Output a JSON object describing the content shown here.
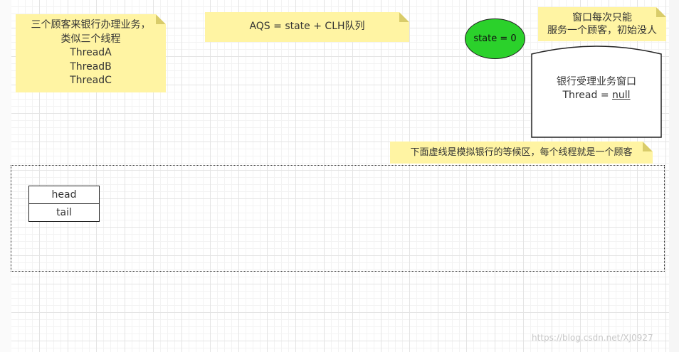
{
  "notes": {
    "customers": [
      "三个顾客来银行办理业务，",
      "类似三个线程",
      "ThreadA",
      "ThreadB",
      "ThreadC"
    ],
    "aqs": "AQS = state + CLH队列",
    "window_rule": [
      "窗口每次只能",
      "服务一个顾客，初始没人"
    ],
    "queue_hint": "下面虚线是模拟银行的等候区，每个线程就是一个顾客"
  },
  "state": {
    "label": "state = 0",
    "color": "#2bd12b"
  },
  "bank_window": {
    "title": "银行受理业务窗口",
    "thread_prefix": "Thread = ",
    "thread_value": "null"
  },
  "queue": {
    "head_label": "head",
    "tail_label": "tail"
  },
  "watermark": "https://blog.csdn.net/XJ0927",
  "colors": {
    "note_bg": "#fff4a3",
    "state_fill": "#2bd12b"
  }
}
